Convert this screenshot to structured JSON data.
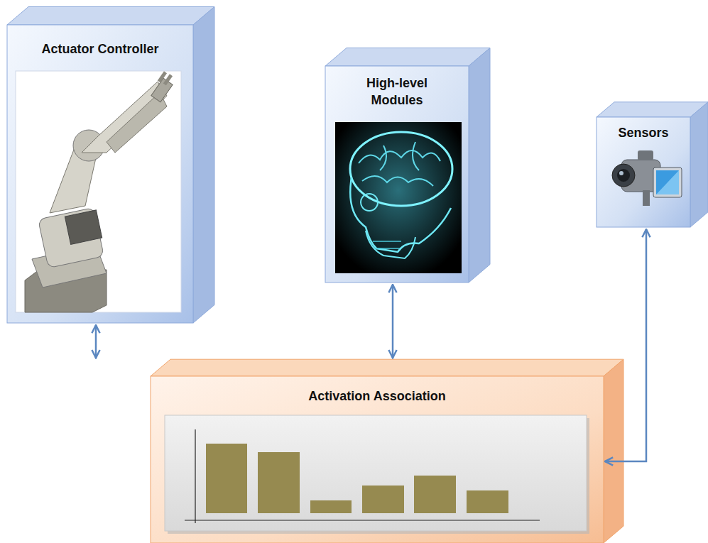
{
  "diagram": {
    "nodes": [
      {
        "text": [
          "Actuator Controller"
        ]
      },
      {
        "text": [
          "High-level Modules"
        ]
      },
      {
        "text": [
          "Sensors"
        ]
      },
      {
        "text": [
          "Activation Association"
        ]
      }
    ],
    "edges": [
      {
        "from": 0,
        "to": 3,
        "arrow": "both"
      },
      {
        "from": 1,
        "to": 3,
        "arrow": "both"
      },
      {
        "from": 2,
        "to": 3,
        "arrow": "both"
      }
    ]
  }
}
